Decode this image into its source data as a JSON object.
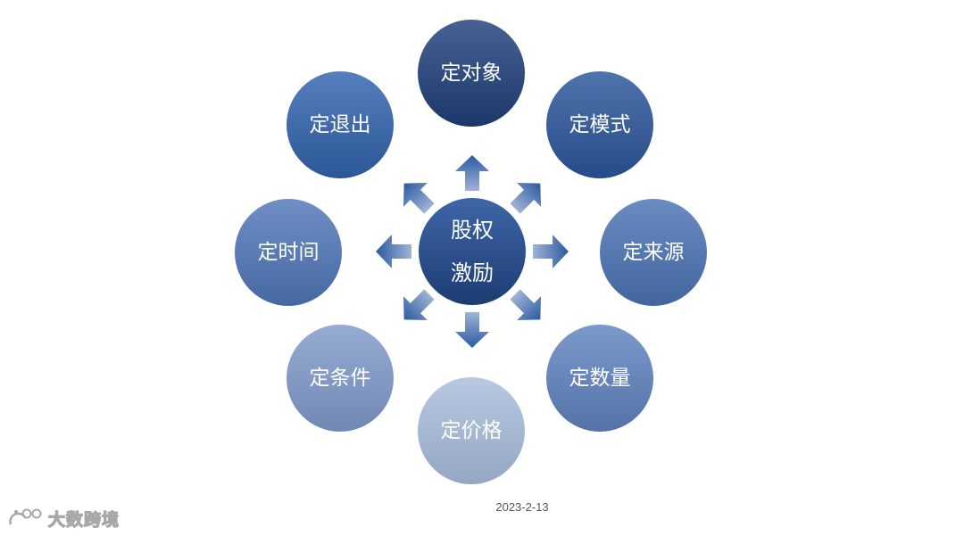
{
  "center": {
    "line1": "股权",
    "line2": "激励"
  },
  "nodes": [
    {
      "id": "object",
      "label": "定对象"
    },
    {
      "id": "mode",
      "label": "定模式"
    },
    {
      "id": "source",
      "label": "定来源"
    },
    {
      "id": "quantity",
      "label": "定数量"
    },
    {
      "id": "price",
      "label": "定价格"
    },
    {
      "id": "condition",
      "label": "定条件"
    },
    {
      "id": "time",
      "label": "定时间"
    },
    {
      "id": "exit",
      "label": "定退出"
    }
  ],
  "date": "2023-2-13",
  "watermark": "大数跨境",
  "colors": {
    "center_top": "#3f66a8",
    "center_bottom": "#1c3c72",
    "object": "#1f3f7a",
    "mode": "#2a559a",
    "source": "#4a73b4",
    "quantity": "#5f82bf",
    "price": "#a8bddc",
    "condition": "#7f9acb",
    "time": "#4f76b8",
    "exit": "#3163ad",
    "arrow_top": "#2c5aa0",
    "arrow_bottom": "#9fb3d6"
  },
  "icons": [
    "sun-logo-icon"
  ]
}
